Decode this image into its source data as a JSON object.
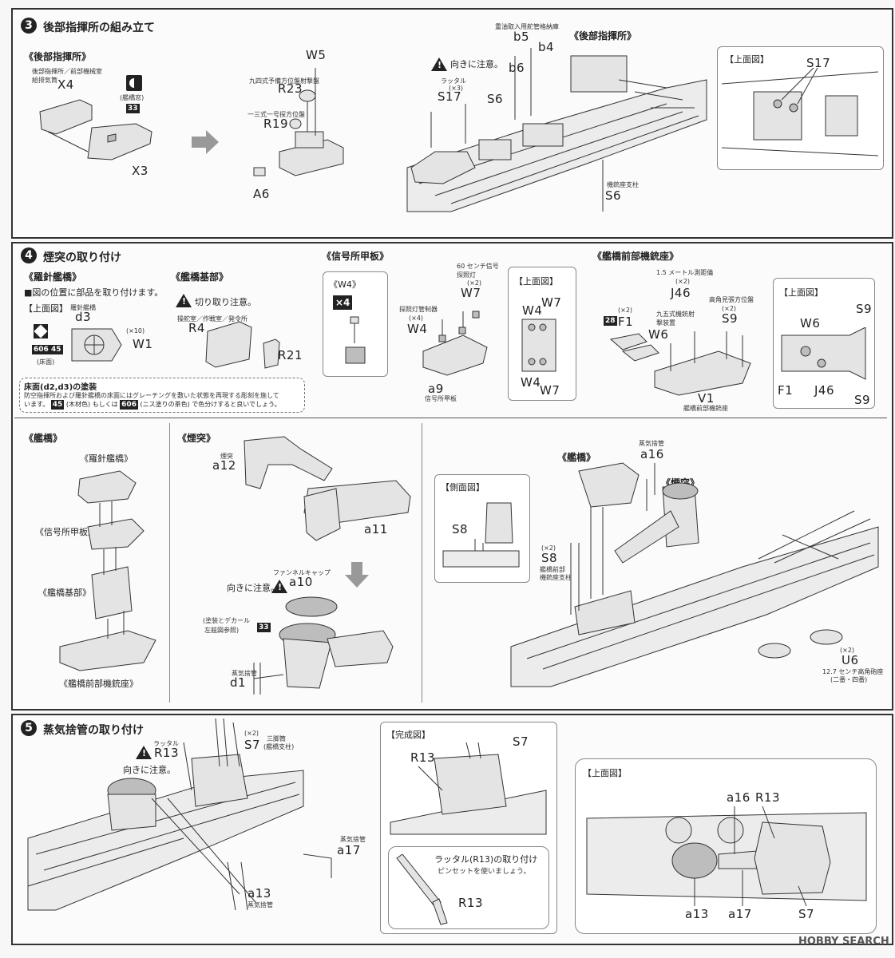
{
  "step3": {
    "number": "3",
    "title": "後部指揮所の組み立て",
    "subtitle": "《後部指揮所》",
    "x4_note": "後部指揮所／前部機械室給排気筒",
    "x4": "X4",
    "bridge_window_note": "(艦橋窓)",
    "badge33": "33",
    "x3": "X3",
    "w5": "W5",
    "r23_note": "九四式予備方位盤射撃盤",
    "r23": "R23",
    "r19_note": "一三式一号探方位盤",
    "r19": "R19",
    "a6": "A6",
    "b5_note": "重油取入用舵管格納庫",
    "b5": "b5",
    "b4": "b4",
    "b6": "b6",
    "s6": "S6",
    "s6_note": "機銃座支柱",
    "s6b": "S6",
    "warn_text": "向きに注意。",
    "s17_note": "ラッタル",
    "s17_count": "(×3)",
    "s17": "S17",
    "aft_label": "《後部指揮所》",
    "top_view": "【上面図】",
    "top_s17": "S17"
  },
  "step4": {
    "number": "4",
    "title": "煙突の取り付け",
    "compass_title": "《羅針艦橋》",
    "compass_note": "■図の位置に部品を取り付けます。",
    "top_view": "【上面図】",
    "d3_note": "羅針艦橋",
    "d3": "d3",
    "w1_count": "(×10)",
    "w1": "W1",
    "floor_note": "(床面)",
    "badge606": "606",
    "badge45": "45",
    "base_title": "《艦橋基部》",
    "cut_warn": "切り取り注意。",
    "r4_note": "操舵室／作戦室／発令所",
    "r4": "R4",
    "r21": "R21",
    "paint_title": "床面(d2,d3)の塗装",
    "paint_line1": "防空指揮所および羅針艦橋の床面にはグレーチングを敷いた状態を再現する彫刻を施して",
    "paint_line2a": "います。",
    "paint_badge45": "45",
    "paint_line2b": "(木材色) もしくは",
    "paint_badge606": "606",
    "paint_line2c": "(ニス塗りの茶色) で色分けすると良いでしょう。",
    "signal_title": "《信号所甲板》",
    "w4_box": "《W4》",
    "x4_badge": "×4",
    "w7_note": "60 センチ信号探照灯",
    "w7_count": "(×2)",
    "w7": "W7",
    "w4_note": "探照灯管制器",
    "w4_count": "(×4)",
    "w4": "W4",
    "a9": "a9",
    "a9_note": "信号所甲板",
    "sig_top": "【上面図】",
    "sig_w4a": "W4",
    "sig_w7a": "W7",
    "sig_w4b": "W4",
    "sig_w7b": "W7",
    "fmg_title": "《艦橋前部機銃座》",
    "j46_note": "1.5 メートル測距儀",
    "j46_count": "(×2)",
    "j46": "J46",
    "f1_count": "(×2)",
    "badge28": "28",
    "f1": "F1",
    "w6_note": "九五式機銃射撃装置",
    "w6": "W6",
    "s9_note": "高角見張方位盤",
    "s9_count": "(×2)",
    "s9": "S9",
    "v1": "V1",
    "v1_note": "艦橋前部機銃座",
    "fmg_top": "【上面図】",
    "fmg_s9a": "S9",
    "fmg_w6": "W6",
    "fmg_f1": "F1",
    "fmg_j46": "J46",
    "fmg_s9b": "S9",
    "bridge_title": "《艦橋》",
    "br_compass": "《羅針艦橋》",
    "br_signal": "《信号所甲板》",
    "br_base": "《艦橋基部》",
    "br_fmg": "《艦橋前部機銃座》",
    "funnel_title": "《煙突》",
    "a12_note": "煙突",
    "a12": "a12",
    "a11": "a11",
    "cap_note": "ファンネルキャップ",
    "warn_text": "向きに注意。",
    "a10": "a10",
    "decal_note1": "(塗装とデカール",
    "decal_note2": "左舷図参照)",
    "badge33": "33",
    "d1_note": "蒸気捨管",
    "d1": "d1",
    "side_view": "【側面図】",
    "side_s8": "S8",
    "s8_count": "(×2)",
    "s8": "S8",
    "s8_note1": "艦橋前部",
    "s8_note2": "機銃座支柱",
    "bridge2": "《艦橋》",
    "a16_note": "蒸気捨管",
    "a16": "a16",
    "funnel2": "《煙突》",
    "u6_count": "(×2)",
    "u6": "U6",
    "u6_note1": "12.7 センチ高角砲座",
    "u6_note2": "(二番・四番)"
  },
  "step5": {
    "number": "5",
    "title": "蒸気捨管の取り付け",
    "r13_note": "ラッタル",
    "r13": "R13",
    "warn_text": "向きに注意。",
    "s7_count": "(×2)",
    "s7": "S7",
    "s7_note1": "三脚筒",
    "s7_note2": "(艦橋支柱)",
    "a17_note": "蒸気捨管",
    "a17": "a17",
    "a13": "a13",
    "a13_note": "蒸気捨管",
    "done_view": "【完成図】",
    "done_s7": "S7",
    "done_r13": "R13",
    "tip_title": "ラッタル(R13)の取り付け",
    "tip_text": "ピンセットを使いましょう。",
    "tip_r13": "R13",
    "top_view": "【上面図】",
    "top_a16": "a16",
    "top_r13": "R13",
    "top_a13": "a13",
    "top_a17": "a17",
    "top_s7": "S7"
  },
  "watermark": "HOBBY SEARCH"
}
